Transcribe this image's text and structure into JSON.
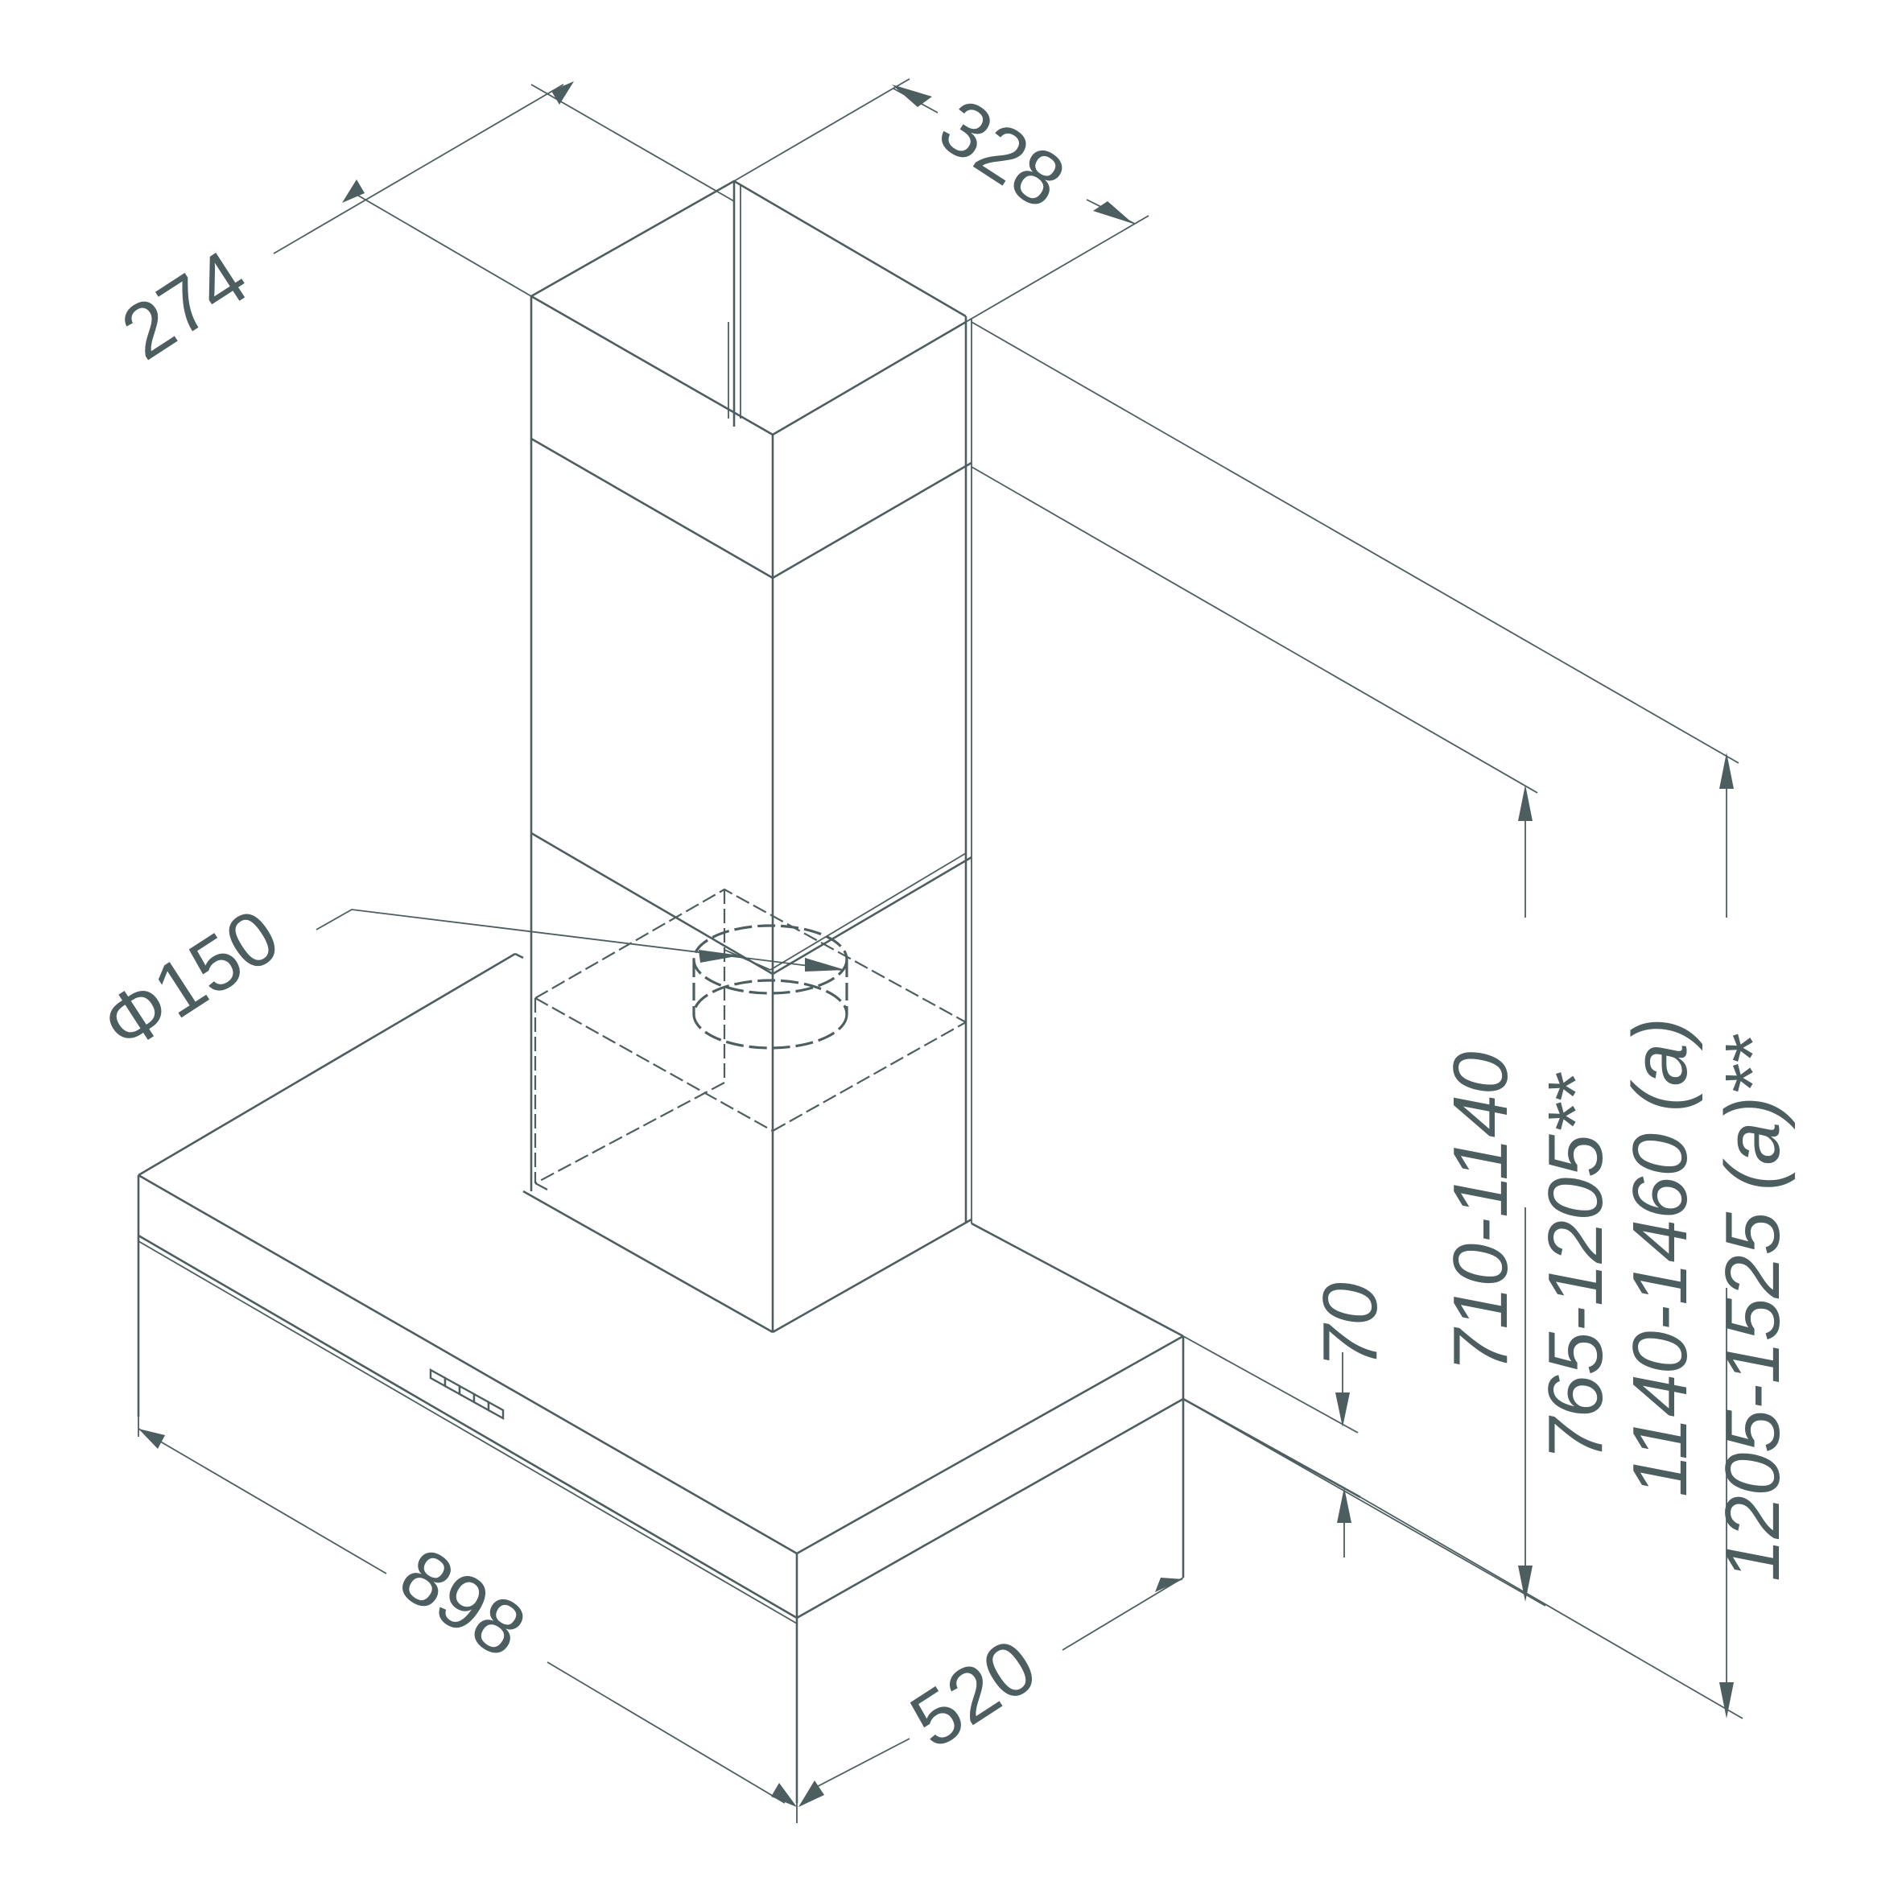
{
  "drawing": {
    "subject": "chimney range hood dimensional drawing",
    "line_color": "#4d5e60",
    "background": "#ffffff"
  },
  "dimensions": {
    "chimney_depth": {
      "label": "274"
    },
    "chimney_width": {
      "label": "328"
    },
    "duct_diameter": {
      "label": "Φ150"
    },
    "hood_width": {
      "label": "898"
    },
    "hood_depth": {
      "label": "520"
    },
    "canopy_height": {
      "label": "70"
    },
    "height_ranges": [
      {
        "label": "710-1140"
      },
      {
        "label": "765-1205**"
      },
      {
        "label": "1140-1460 (a)"
      },
      {
        "label": "1205-1525 (a)**"
      }
    ]
  },
  "control_panel": {
    "button_count": 5
  }
}
